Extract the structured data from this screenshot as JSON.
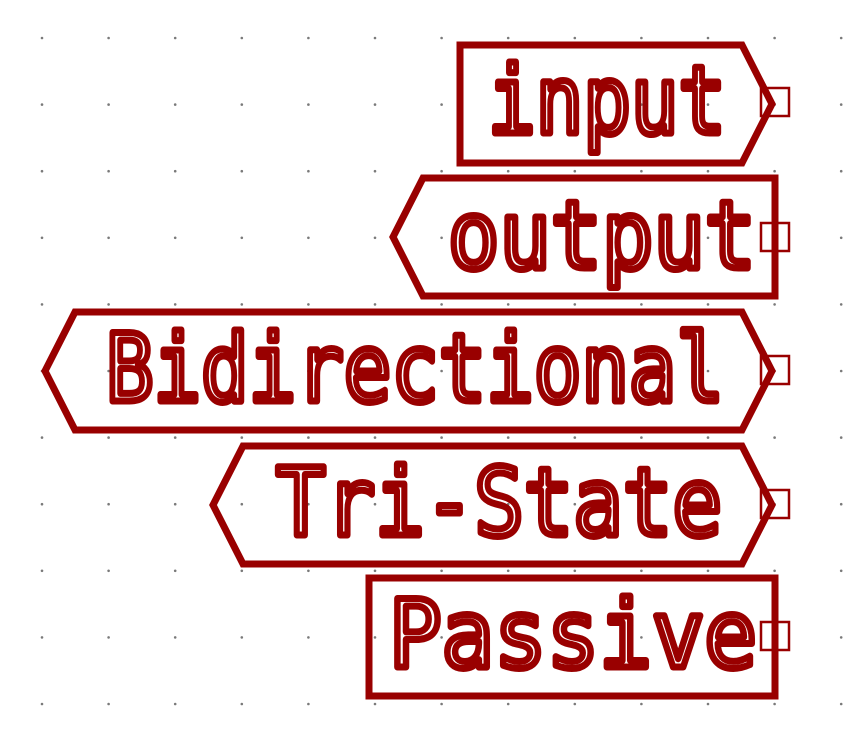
{
  "colors": {
    "label": "#990000",
    "grid_dot": "#7a7a7a",
    "background": "#ffffff"
  },
  "labels": [
    {
      "id": "input",
      "text": "input",
      "shape": "input"
    },
    {
      "id": "output",
      "text": "output",
      "shape": "output"
    },
    {
      "id": "bidirectional",
      "text": "Bidirectional",
      "shape": "bidirectional"
    },
    {
      "id": "tri-state",
      "text": "Tri-State",
      "shape": "tri-state"
    },
    {
      "id": "passive",
      "text": "Passive",
      "shape": "passive"
    }
  ]
}
